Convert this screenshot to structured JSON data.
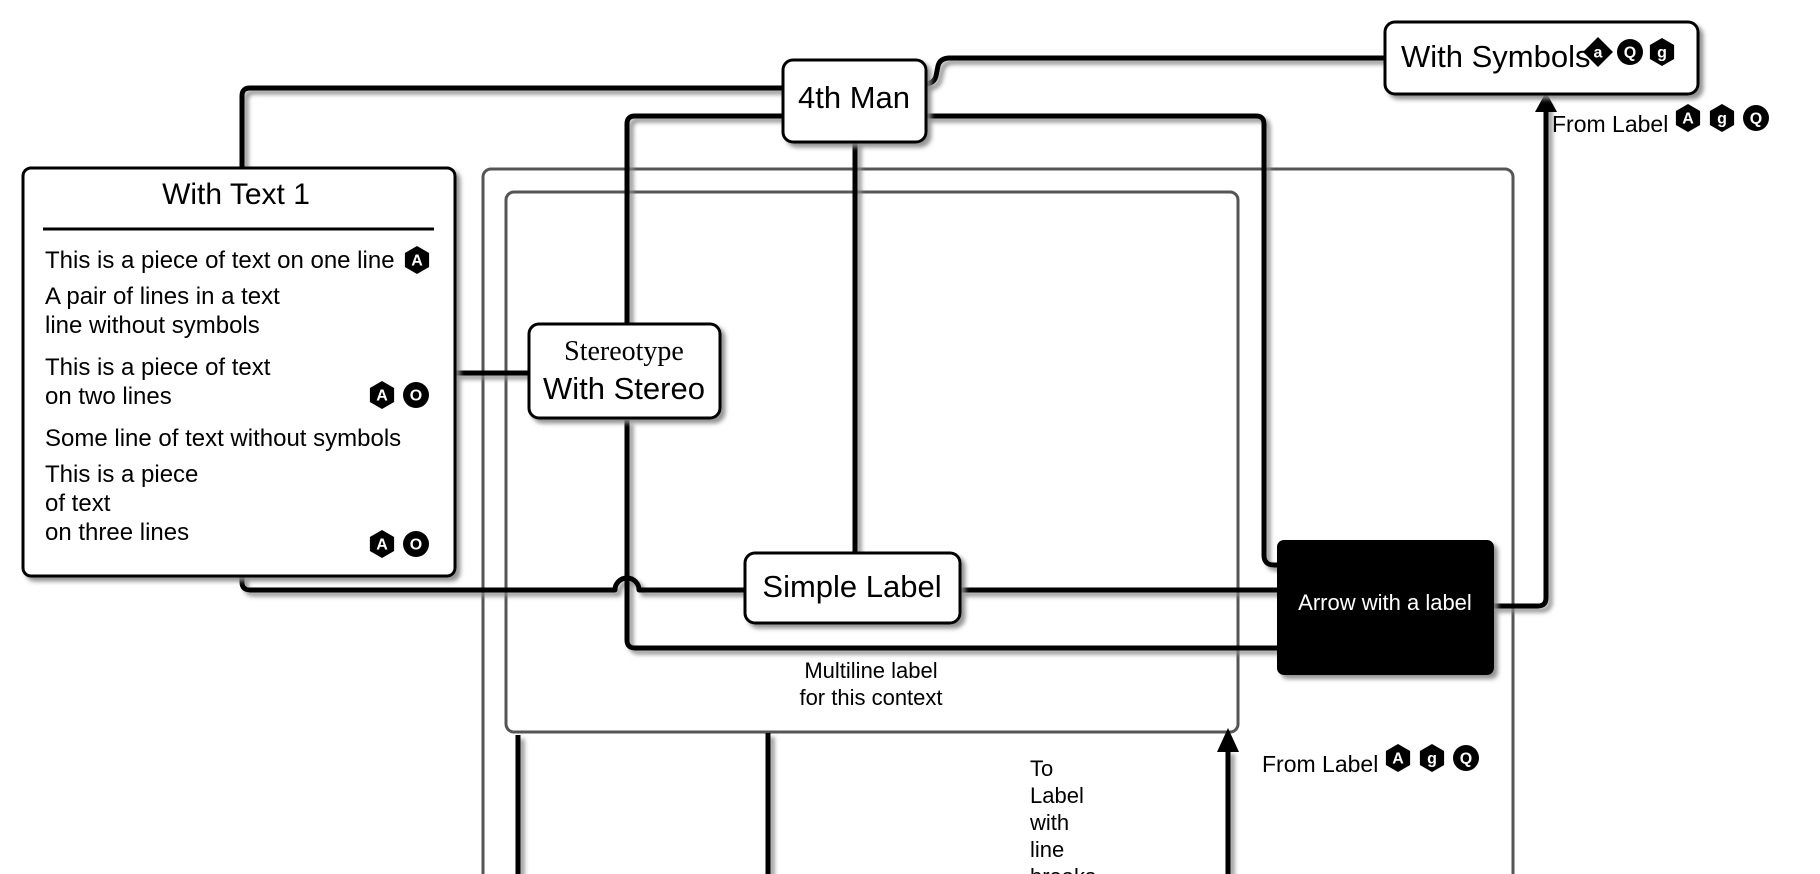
{
  "nodes": {
    "with_text_1": {
      "title": "With Text 1",
      "rows": [
        {
          "lines": [
            "This is a piece of text on one line"
          ],
          "symbols": [
            "A"
          ]
        },
        {
          "lines": [
            "A pair of lines in a text",
            "line without symbols"
          ],
          "symbols": []
        },
        {
          "lines": [
            "This is a piece of text",
            "on two lines"
          ],
          "symbols": [
            "A",
            "O"
          ]
        },
        {
          "lines": [
            "Some line of text without symbols"
          ],
          "symbols": []
        },
        {
          "lines": [
            "This is a piece",
            "of text",
            "on three lines"
          ],
          "symbols": [
            "A",
            "O"
          ]
        }
      ]
    },
    "fourth_man": {
      "label": "4th Man"
    },
    "with_symbols": {
      "label": "With Symbols",
      "symbols": [
        "a",
        "Q",
        "g"
      ]
    },
    "stereo": {
      "stereotype": "Stereotype",
      "label": "With Stereo"
    },
    "simple_label": {
      "label": "Simple Label"
    },
    "arrow_label": {
      "label": "Arrow with a label",
      "fill": "#000000",
      "text_color": "#ffffff"
    }
  },
  "edge_labels": {
    "from_label_top": {
      "text": "From Label",
      "symbols": [
        "A",
        "g",
        "Q"
      ]
    },
    "from_label_bottom": {
      "text": "From Label",
      "symbols": [
        "A",
        "g",
        "Q"
      ]
    },
    "multiline": {
      "lines": [
        "Multiline label",
        "for this context"
      ]
    },
    "to_label": {
      "lines": [
        "To",
        "Label",
        "with",
        "line",
        "breaks"
      ]
    }
  },
  "colors": {
    "stroke": "#000000",
    "container_stroke": "#444444",
    "shadow": "#999999",
    "background": "#ffffff"
  },
  "symbol_shapes": {
    "A": "hexagon",
    "a": "diamond",
    "g": "hexagon",
    "Q": "circle",
    "O": "circle"
  }
}
